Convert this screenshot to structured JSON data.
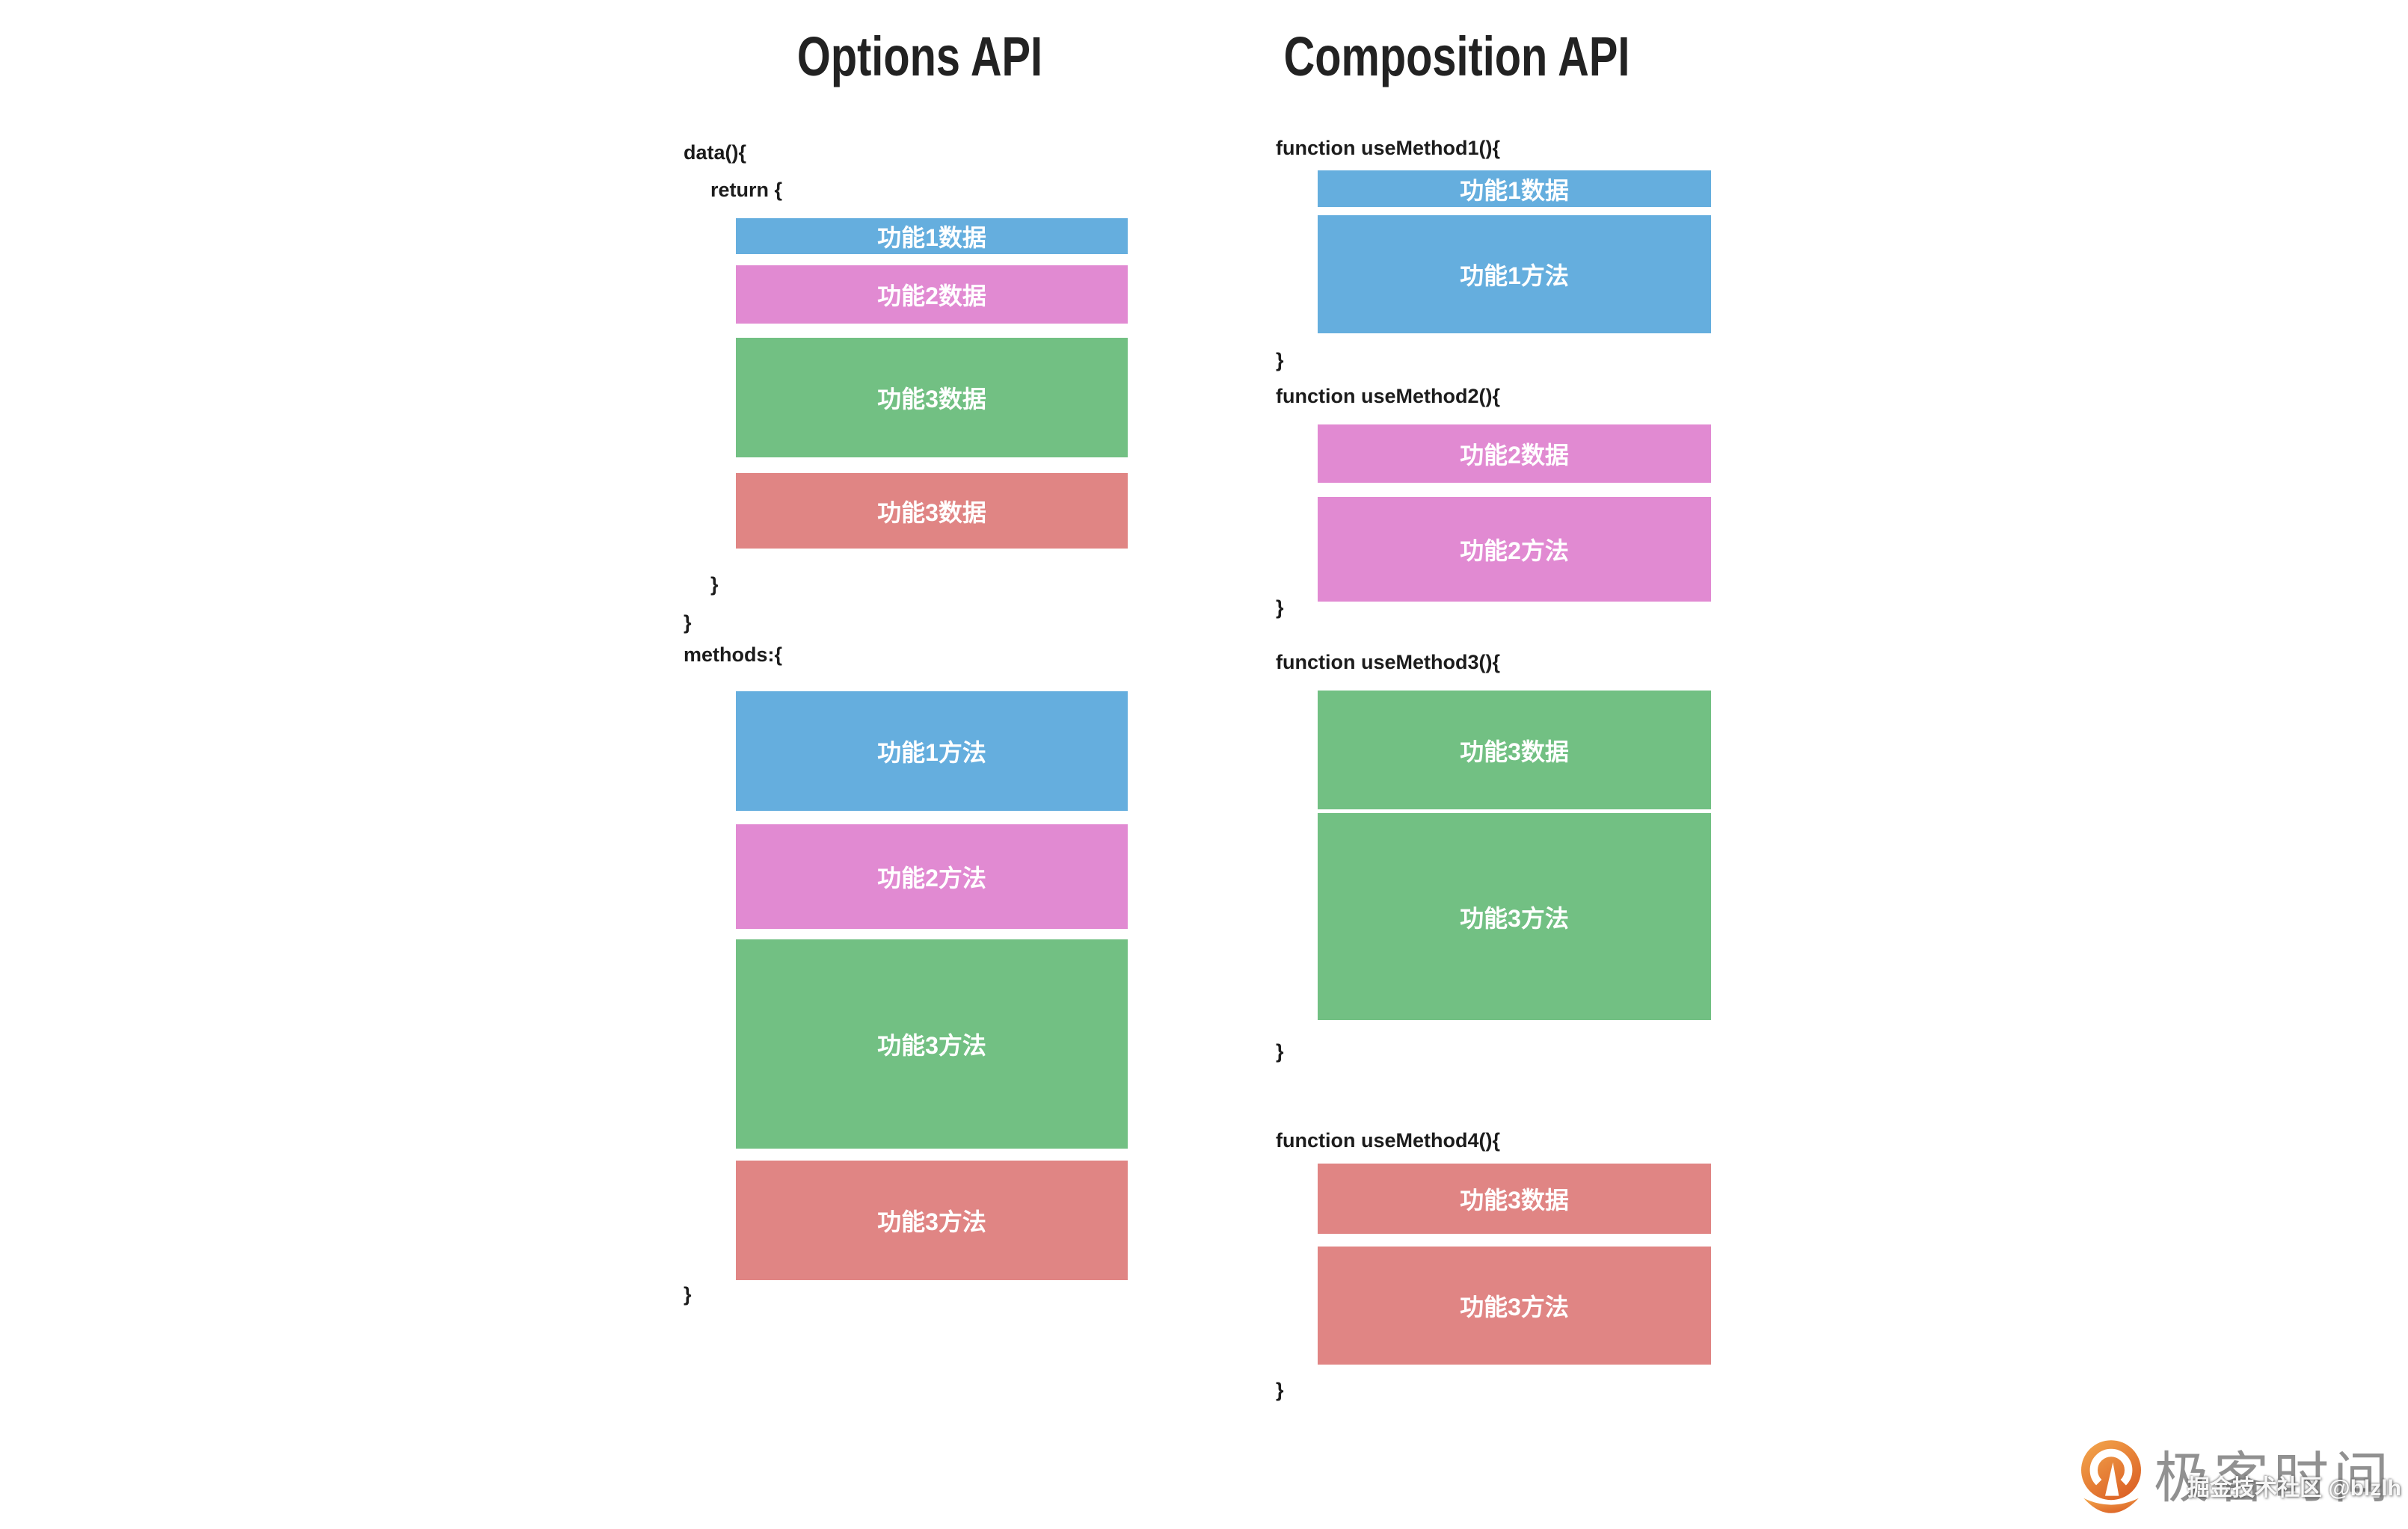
{
  "left_panel": {
    "title": "Options API",
    "code": {
      "data_open": "data(){",
      "return_open": "return {",
      "return_close": "}",
      "data_close": "}",
      "methods_open": "methods:{",
      "methods_close": "}"
    },
    "data_boxes": [
      {
        "label": "功能1数据"
      },
      {
        "label": "功能2数据"
      },
      {
        "label": "功能3数据"
      },
      {
        "label": "功能3数据"
      }
    ],
    "method_boxes": [
      {
        "label": "功能1方法"
      },
      {
        "label": "功能2方法"
      },
      {
        "label": "功能3方法"
      },
      {
        "label": "功能3方法"
      }
    ]
  },
  "right_panel": {
    "title": "Composition API",
    "functions": [
      {
        "open": "function useMethod1(){",
        "data_label": "功能1数据",
        "method_label": "功能1方法",
        "close": "}"
      },
      {
        "open": "function useMethod2(){",
        "data_label": "功能2数据",
        "method_label": "功能2方法",
        "close": "}"
      },
      {
        "open": "function useMethod3(){",
        "data_label": "功能3数据",
        "method_label": "功能3方法",
        "close": "}"
      },
      {
        "open": "function useMethod4(){",
        "data_label": "功能3数据",
        "method_label": "功能3方法",
        "close": "}"
      }
    ]
  },
  "colors": {
    "feature1": "#65aede",
    "feature2": "#e18ad2",
    "feature3": "#72c083",
    "feature4": "#e08584",
    "title_text": "#222222",
    "code_text": "#1c1c1c",
    "watermark_gray": "#8c8c8c",
    "logo_orange_light": "#f4a94e",
    "logo_orange_dark": "#dc6226"
  },
  "watermark": {
    "brand": "极客时间",
    "overlay": "掘金技术社区 @blzlh",
    "logo_icon": "geektime-logo"
  }
}
